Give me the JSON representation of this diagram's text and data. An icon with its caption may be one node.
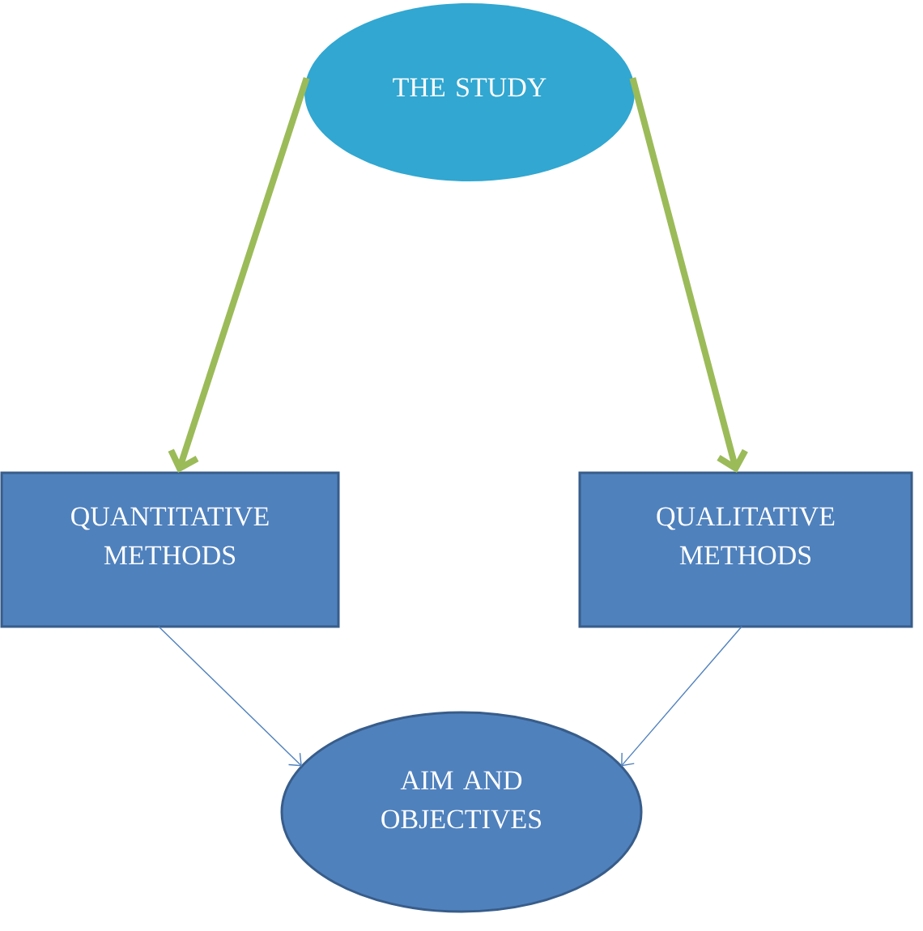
{
  "diagram": {
    "nodes": [
      {
        "text": [
          "THE STUDY"
        ]
      },
      {
        "text": [
          "QUANTITATIVE METHODS"
        ]
      },
      {
        "text": [
          "QUALITATIVE METHODS"
        ]
      },
      {
        "text": [
          "AIM AND OBJECTIVES"
        ]
      }
    ],
    "edges": [
      {
        "from": 0,
        "to": 1,
        "arrow": "to",
        "style": "thick",
        "color": "#9bbb59"
      },
      {
        "from": 0,
        "to": 2,
        "arrow": "to",
        "style": "thick",
        "color": "#9bbb59"
      },
      {
        "from": 1,
        "to": 3,
        "arrow": "to",
        "color": "#4f81bd"
      },
      {
        "from": 2,
        "to": 3,
        "arrow": "to",
        "color": "#4f81bd"
      }
    ]
  }
}
